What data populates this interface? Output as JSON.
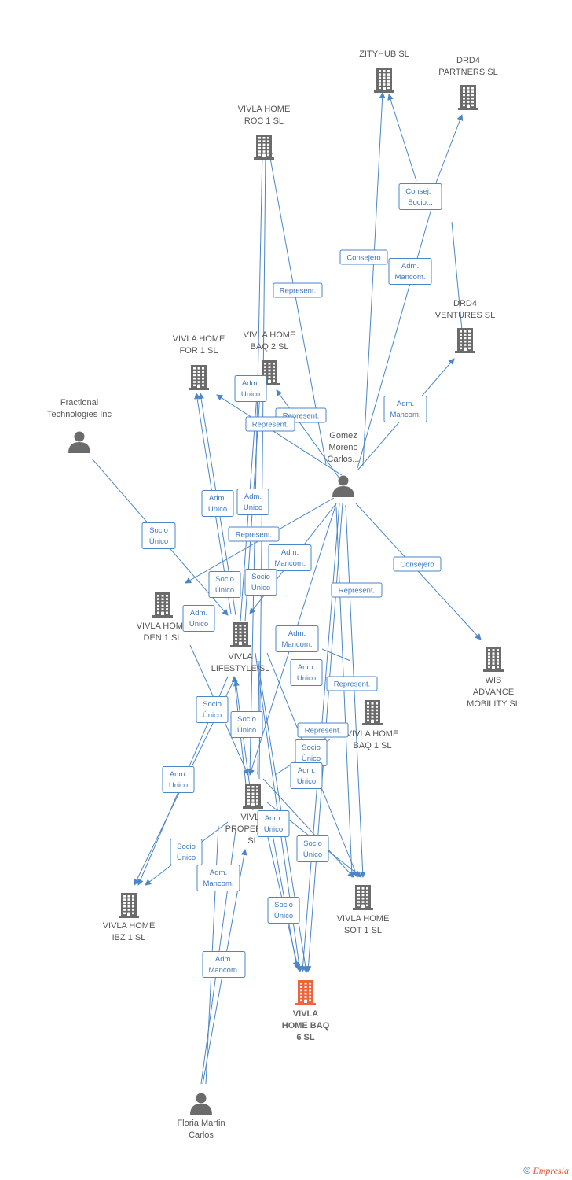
{
  "colors": {
    "edge": "#4a86c8",
    "company": "#6b6b6b",
    "focus": "#f0643c",
    "person": "#6b6b6b"
  },
  "nodes": [
    {
      "id": "zityhub",
      "type": "company",
      "lines": [
        "ZITYHUB  SL"
      ]
    },
    {
      "id": "drd4p",
      "type": "company",
      "lines": [
        "DRD4",
        "PARTNERS  SL"
      ]
    },
    {
      "id": "roc1",
      "type": "company",
      "lines": [
        "VIVLA HOME",
        "ROC 1  SL"
      ]
    },
    {
      "id": "drd4v",
      "type": "company",
      "lines": [
        "DRD4",
        "VENTURES  SL"
      ]
    },
    {
      "id": "for1",
      "type": "company",
      "lines": [
        "VIVLA HOME",
        "FOR 1  SL"
      ]
    },
    {
      "id": "baq2",
      "type": "company",
      "lines": [
        "VIVLA HOME",
        "BAQ 2  SL"
      ]
    },
    {
      "id": "fractional",
      "type": "person",
      "lines": [
        "Fractional",
        "Technologies Inc"
      ]
    },
    {
      "id": "gomez",
      "type": "person",
      "lines": [
        "Gomez",
        "Moreno",
        "Carlos..."
      ]
    },
    {
      "id": "den1",
      "type": "company",
      "lines": [
        "VIVLA HOME",
        "DEN 1  SL"
      ]
    },
    {
      "id": "lifestyle",
      "type": "company",
      "lines": [
        "VIVLA",
        "LIFESTYLE  SL"
      ]
    },
    {
      "id": "wib",
      "type": "company",
      "lines": [
        "WIB",
        "ADVANCE",
        "MOBILITY  SL"
      ]
    },
    {
      "id": "baq1",
      "type": "company",
      "lines": [
        "VIVLA HOME",
        "BAQ 1  SL"
      ]
    },
    {
      "id": "properties",
      "type": "company",
      "lines": [
        "VIVLA",
        "PROPERTIES",
        "SL"
      ]
    },
    {
      "id": "ibz1",
      "type": "company",
      "lines": [
        "VIVLA HOME",
        "IBZ 1  SL"
      ]
    },
    {
      "id": "sot1",
      "type": "company",
      "lines": [
        "VIVLA HOME",
        "SOT 1  SL"
      ]
    },
    {
      "id": "baq6",
      "type": "focus",
      "lines": [
        "VIVLA",
        "HOME BAQ",
        "6  SL"
      ]
    },
    {
      "id": "floria",
      "type": "person",
      "lines": [
        "Floria Martin",
        "Carlos"
      ]
    }
  ],
  "edge_labels": [
    [
      "Consej. ,",
      "Socio..."
    ],
    [
      "Consejero"
    ],
    [
      "Adm.",
      "Mancom."
    ],
    [
      "Represent."
    ],
    [
      "Adm.",
      "Mancom."
    ],
    [
      "Adm.",
      "Unico"
    ],
    [
      "Represent."
    ],
    [
      "Represent."
    ],
    [
      "Adm.",
      "Unico"
    ],
    [
      "Adm.",
      "Unico"
    ],
    [
      "Socio",
      "Único"
    ],
    [
      "Represent."
    ],
    [
      "Adm.",
      "Mancom."
    ],
    [
      "Consejero"
    ],
    [
      "Socio",
      "Único"
    ],
    [
      "Socio",
      "Único"
    ],
    [
      "Adm.",
      "Unico"
    ],
    [
      "Represent."
    ],
    [
      "Adm.",
      "Mancom."
    ],
    [
      "Adm.",
      "Unico"
    ],
    [
      "Represent."
    ],
    [
      "Socio",
      "Único"
    ],
    [
      "Socio",
      "Único"
    ],
    [
      "Represent."
    ],
    [
      "Socio",
      "Único"
    ],
    [
      "Adm.",
      "Unico"
    ],
    [
      "Adm.",
      "Unico"
    ],
    [
      "Adm.",
      "Unico"
    ],
    [
      "Socio",
      "Único"
    ],
    [
      "Socio",
      "Único"
    ],
    [
      "Adm.",
      "Mancom."
    ],
    [
      "Socio",
      "Único"
    ],
    [
      "Adm.",
      "Mancom."
    ]
  ],
  "footer": {
    "copyright": "©",
    "brand": "Empresia"
  }
}
